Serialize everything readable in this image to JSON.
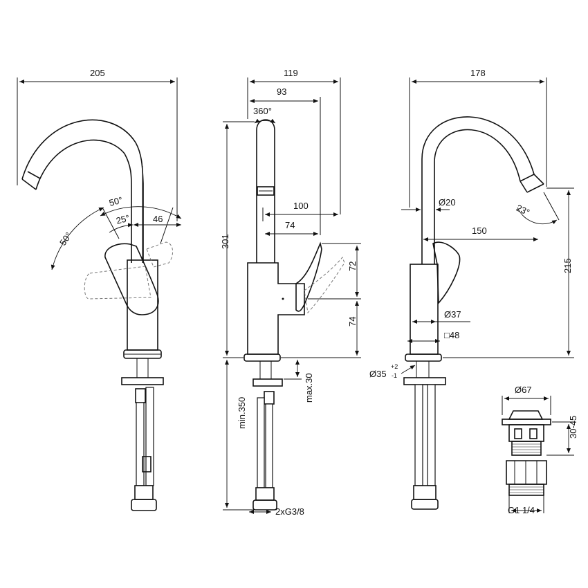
{
  "dimensions": {
    "view1_width": "205",
    "angle_50_top": "50°",
    "angle_50_left": "50°",
    "angle_25": "25°",
    "dim_46": "46",
    "view2_width": "119",
    "dim_93": "93",
    "rotation": "360°",
    "dim_100": "100",
    "dim_74_h": "74",
    "height_301": "301",
    "dim_72": "72",
    "dim_74_v": "74",
    "min_350": "min.350",
    "max_30": "max.30",
    "connection": "2xG3/8",
    "view3_width": "178",
    "dia_20": "Ø20",
    "angle_23": "23°",
    "dim_150": "150",
    "height_215": "215",
    "dia_37": "Ø37",
    "square_48": "□48",
    "dia_35": "Ø35",
    "tol_plus": "+2",
    "tol_minus": "-1",
    "dia_67": "Ø67",
    "range_30_45": "30-45",
    "thread": "G1 1/4"
  }
}
